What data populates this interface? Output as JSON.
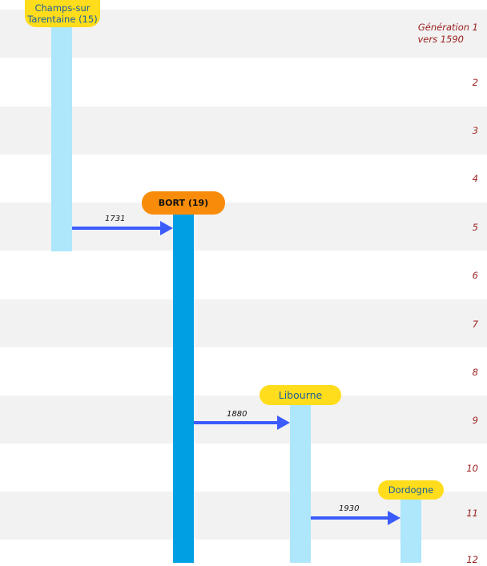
{
  "generations": {
    "g1": "Génération 1",
    "g1_sub": "vers 1590",
    "g2": "2",
    "g3": "3",
    "g4": "4",
    "g5": "5",
    "g6": "6",
    "g7": "7",
    "g8": "8",
    "g9": "9",
    "g10": "10",
    "g11": "11",
    "g12": "12"
  },
  "places": {
    "champs_line1": "Champs-sur",
    "champs_line2": "Tarentaine (15)",
    "bort": "BORT (19)",
    "libourne": "Libourne",
    "dordogne": "Dordogne"
  },
  "moves": {
    "m1": "1731",
    "m2": "1880",
    "m3": "1930"
  },
  "colors": {
    "band": "#f2f2f2",
    "light_bar": "#aee6fb",
    "dark_bar": "#009fe3",
    "yellow_label": "#ffdd1c",
    "orange_label": "#f88c0a",
    "arrow": "#3b5bfd",
    "generation_text": "#9b1c1c"
  }
}
